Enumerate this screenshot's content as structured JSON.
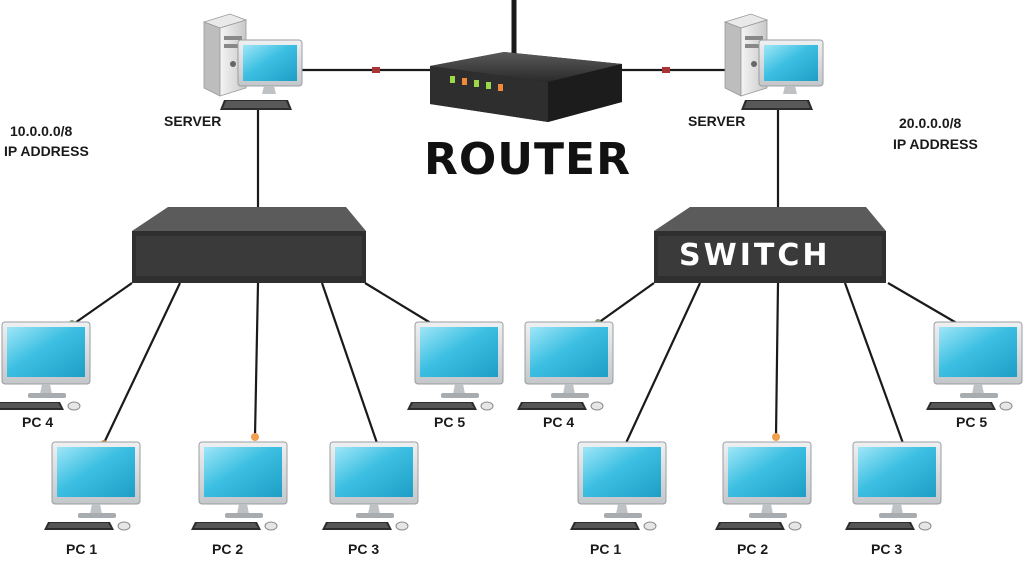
{
  "router": {
    "title": "ROUTER"
  },
  "left_network": {
    "ip": "10.0.0.0/8",
    "ip_caption": "IP ADDRESS",
    "server_label": "SERVER",
    "switch_label": "",
    "pcs": [
      "PC 1",
      "PC 2",
      "PC 3",
      "PC 4",
      "PC 5"
    ]
  },
  "right_network": {
    "ip": "20.0.0.0/8",
    "ip_caption": "IP ADDRESS",
    "server_label": "SERVER",
    "switch_label": "SWITCH",
    "pcs": [
      "PC 1",
      "PC 2",
      "PC 3",
      "PC 4",
      "PC 5"
    ]
  },
  "colors": {
    "screen": "#35b9dd",
    "screen_light": "#8fe0f4",
    "monitor_frame": "#d8dadc",
    "switch_body": "#2f2f2f",
    "switch_top": "#5b5b5b",
    "router_body": "#2b2b2b",
    "cable": "#1a1a1a",
    "connector": "#f0a050"
  }
}
